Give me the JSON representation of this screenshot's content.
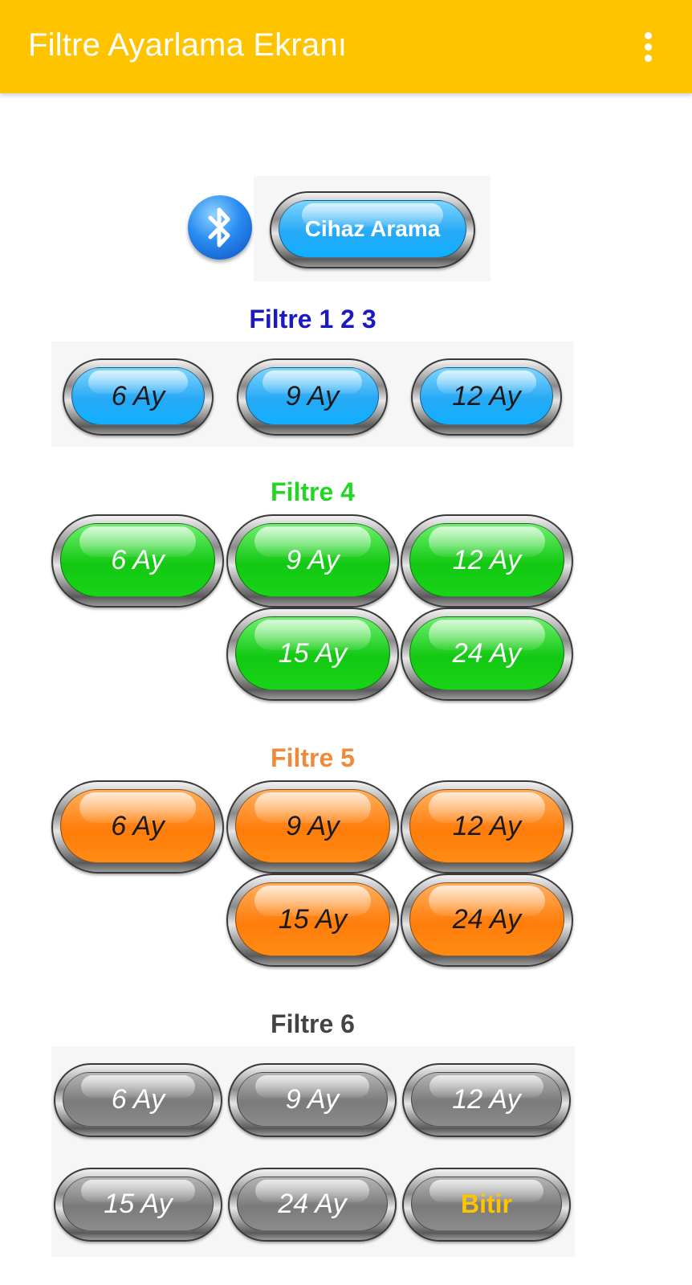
{
  "appbar": {
    "title": "Filtre Ayarlama Ekranı",
    "background": "#FFC400"
  },
  "search": {
    "label": "Cihaz Arama"
  },
  "sections": {
    "filtre123": {
      "title": "Filtre 1 2 3",
      "color": "#1A1AC0",
      "buttons": [
        "6 Ay",
        "9 Ay",
        "12 Ay"
      ]
    },
    "filtre4": {
      "title": "Filtre 4",
      "color": "#22D622",
      "buttons": [
        "6 Ay",
        "9 Ay",
        "12 Ay",
        "15 Ay",
        "24 Ay"
      ]
    },
    "filtre5": {
      "title": "Filtre 5",
      "color": "#F08A3A",
      "buttons": [
        "6 Ay",
        "9 Ay",
        "12 Ay",
        "15 Ay",
        "24 Ay"
      ]
    },
    "filtre6": {
      "title": "Filtre 6",
      "color": "#444444",
      "buttons": [
        "6 Ay",
        "9 Ay",
        "12 Ay",
        "15 Ay",
        "24 Ay"
      ],
      "finish": "Bitir"
    }
  },
  "icons": {
    "bluetooth": "bluetooth-icon",
    "menu": "overflow-menu-icon"
  }
}
